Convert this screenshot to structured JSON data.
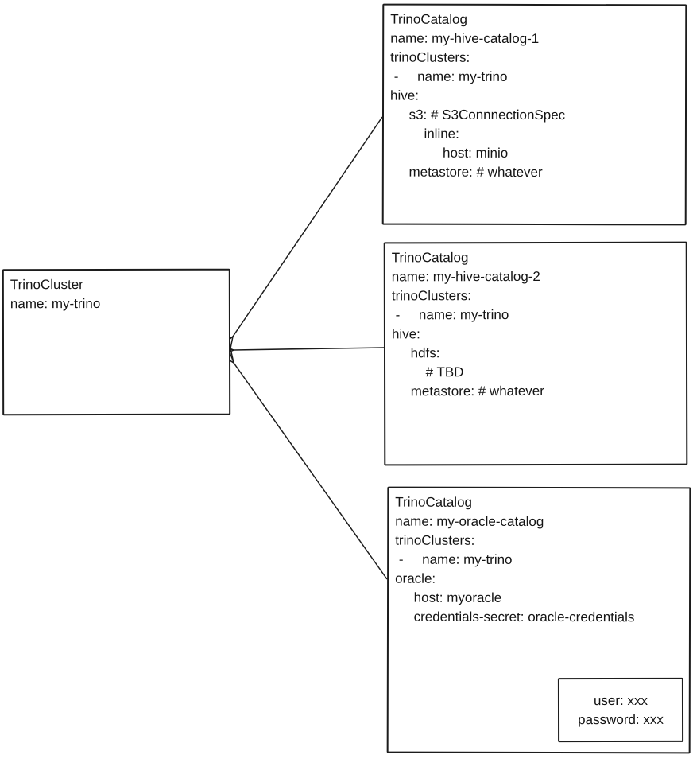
{
  "canvas": {
    "background": "#ffffff",
    "ink_color": "#1c1c1c"
  },
  "nodes": {
    "cluster": {
      "lines": [
        "TrinoCluster",
        "name: my-trino"
      ]
    },
    "catalog1": {
      "lines": [
        "TrinoCatalog",
        "name: my-hive-catalog-1",
        "trinoClusters:",
        " -     name: my-trino",
        "hive:",
        "     s3: # S3ConnnectionSpec",
        "         inline:",
        "              host: minio",
        "     metastore: # whatever"
      ]
    },
    "catalog2": {
      "lines": [
        "TrinoCatalog",
        "name: my-hive-catalog-2",
        "trinoClusters:",
        " -     name: my-trino",
        "hive:",
        "     hdfs:",
        "         # TBD",
        "     metastore: # whatever"
      ]
    },
    "catalog3": {
      "lines": [
        "TrinoCatalog",
        "name: my-oracle-catalog",
        "trinoClusters:",
        " -     name: my-trino",
        "oracle:",
        "     host: myoracle",
        "     credentials-secret: oracle-credentials"
      ]
    },
    "credentials": {
      "lines": [
        "user: xxx",
        "password: xxx"
      ]
    }
  },
  "edges": [
    {
      "from": "trino-catalog-1",
      "to": "trino-cluster",
      "arrowhead": "at-cluster"
    },
    {
      "from": "trino-catalog-2",
      "to": "trino-cluster",
      "arrowhead": "at-cluster"
    },
    {
      "from": "trino-catalog-3",
      "to": "trino-cluster",
      "arrowhead": "at-cluster"
    },
    {
      "from": "annotation",
      "to": "credentials-box",
      "arrowhead": "at-credentials-box"
    }
  ]
}
